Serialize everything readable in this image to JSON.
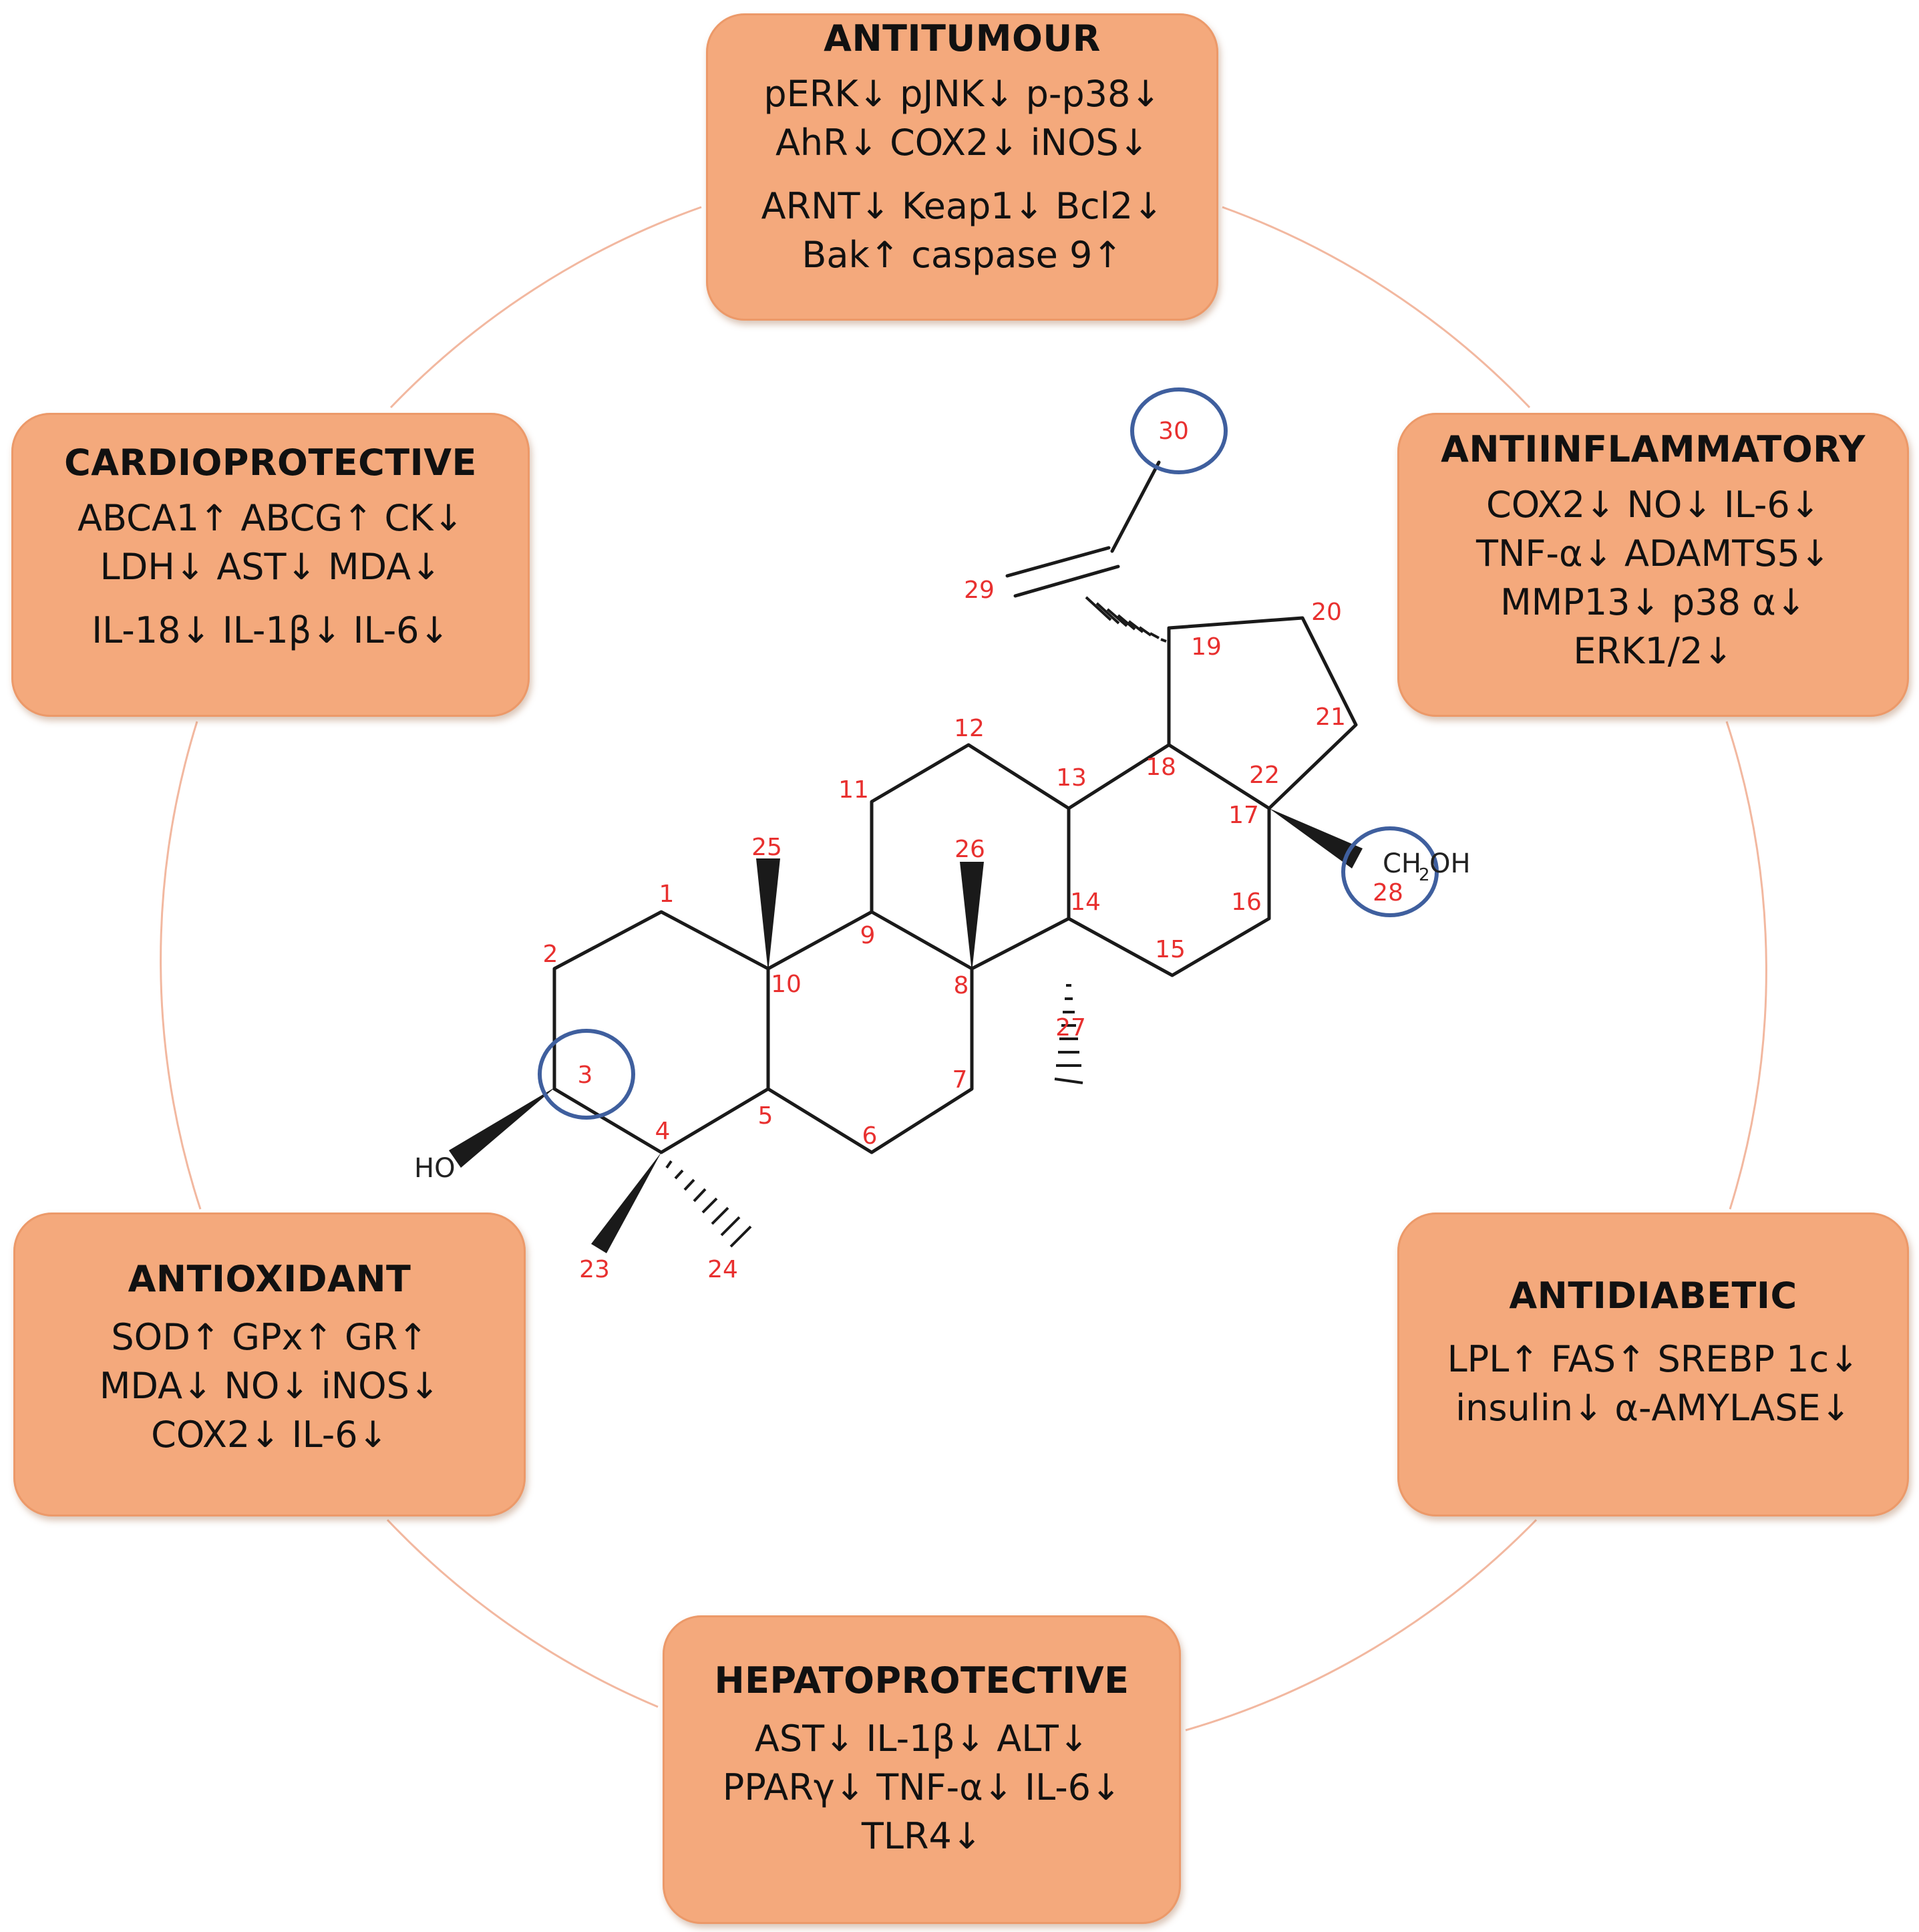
{
  "molecule": {
    "groups": {
      "ho": "HO",
      "ch": "CH",
      "sub2": "2",
      "oh": "OH"
    },
    "atoms": [
      "1",
      "2",
      "3",
      "4",
      "5",
      "6",
      "7",
      "8",
      "9",
      "10",
      "11",
      "12",
      "13",
      "14",
      "15",
      "16",
      "17",
      "18",
      "19",
      "20",
      "21",
      "22",
      "23",
      "24",
      "25",
      "26",
      "27",
      "28",
      "29",
      "30"
    ]
  },
  "boxes": {
    "antitumour": {
      "title": "ANTITUMOUR",
      "lines": [
        "pERK↓ pJNK↓ p-p38↓",
        "AhR↓  COX2↓ iNOS↓",
        "ARNT↓  Keap1↓ Bcl2↓",
        "Bak↑ caspase 9↑"
      ]
    },
    "antiinflammatory": {
      "title": "ANTIINFLAMMATORY",
      "lines": [
        "COX2↓ NO↓ IL-6↓",
        "TNF-α↓ ADAMTS5↓",
        "MMP13↓ p38 α↓",
        "ERK1/2↓"
      ]
    },
    "cardioprotective": {
      "title": "CARDIOPROTECTIVE",
      "lines": [
        "ABCA1↑ ABCG↑ CK↓",
        "LDH↓ AST↓ MDA↓",
        "IL-18↓ IL-1β↓ IL-6↓"
      ]
    },
    "antidiabetic": {
      "title": "ANTIDIABETIC",
      "lines": [
        "LPL↑ FAS↑ SREBP 1c↓",
        "insulin↓ α-AMYLASE↓"
      ]
    },
    "antioxidant": {
      "title": "ANTIOXIDANT",
      "lines": [
        "SOD↑ GPx↑ GR↑",
        "MDA↓ NO↓ iNOS↓",
        "COX2↓ IL-6↓"
      ]
    },
    "hepatoprotective": {
      "title": "HEPATOPROTECTIVE",
      "lines": [
        "AST↓ IL-1β↓ ALT↓",
        "PPARγ↓ TNF-α↓ IL-6↓",
        "TLR4↓"
      ]
    }
  },
  "colors": {
    "box_fill": "#f4a97c",
    "circle_line": "#f2b8a0",
    "atom_label": "#e8302f",
    "highlight_ring": "#3f5f9e",
    "bond": "#1a1a1a"
  }
}
